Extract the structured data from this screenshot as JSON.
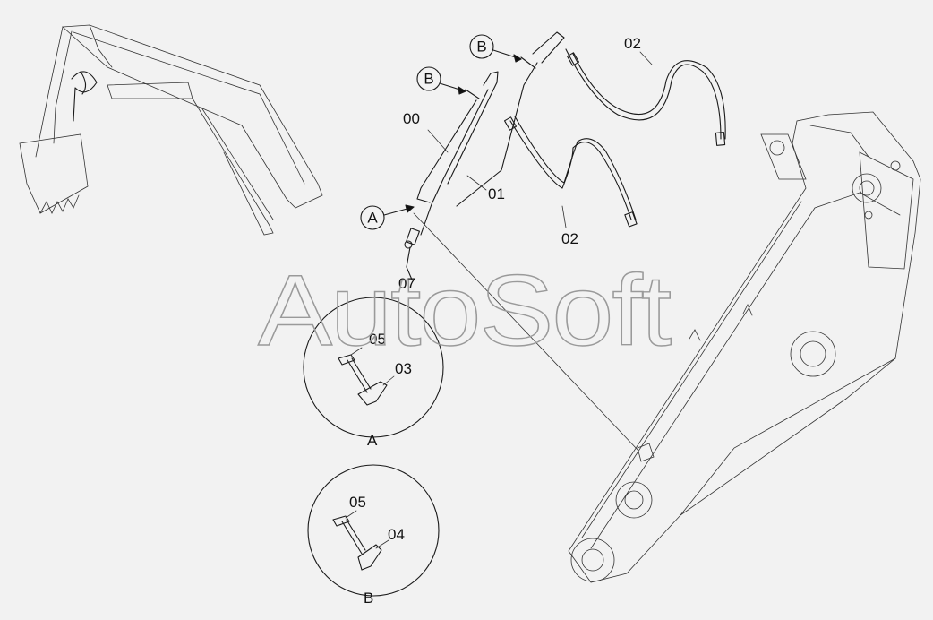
{
  "watermark": "AutoSoft",
  "part_labels": {
    "hose_a": "00",
    "hose_b": "01",
    "hose_c_top": "02",
    "hose_c_mid": "02",
    "fitting": "07",
    "bolt_a": "05",
    "clamp_a": "03",
    "bolt_b": "05",
    "clamp_b": "04"
  },
  "callouts": {
    "b_top": "B",
    "b_left": "B",
    "a_left": "A"
  },
  "detail_views": {
    "a": "A",
    "b": "B"
  }
}
